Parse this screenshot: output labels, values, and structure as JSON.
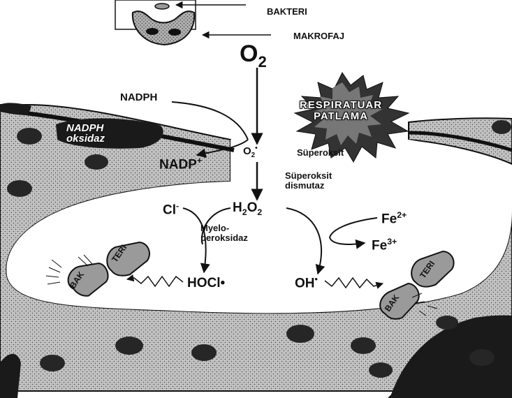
{
  "labels": {
    "bakteri": "BAKTERI",
    "makrofaj": "MAKROFAJ",
    "o2_base": "O",
    "o2_sub": "2",
    "nadph": "NADPH",
    "nadp_base": "NADP",
    "nadp_sup": "+",
    "superoxide_base": "O",
    "superoxide_sub": "2",
    "superoxide_sup": "•",
    "superoksit": "Süperoksit",
    "sod_line1": "Süperoksit",
    "sod_line2": "dismutaz",
    "cl_base": "Cl",
    "cl_sup": "-",
    "h2o2_h": "H",
    "h2o2_sub1": "2",
    "h2o2_o": "O",
    "h2o2_sub2": "2",
    "myelo_line1": "Myelo-",
    "myelo_line2": "peroksidaz",
    "fe2_base": "Fe",
    "fe2_sup": "2+",
    "fe3_base": "Fe",
    "fe3_sup": "3+",
    "hocl": "HOCl•",
    "oh_base": "OH",
    "oh_sup": "•",
    "oxidase_line1": "NADPH",
    "oxidase_line2": "oksidaz",
    "burst_line1": "RESPIRATUAR",
    "burst_line2": "PATLAMA",
    "bug_left_a": "BAK",
    "bug_left_b": "TERI",
    "bug_right_a": "BAK",
    "bug_right_b": "TERI"
  },
  "colors": {
    "stipple": "#8a8a8a",
    "dark": "#1a1a1a",
    "granule": "#262626",
    "bacterium": "#9a9a9a"
  }
}
